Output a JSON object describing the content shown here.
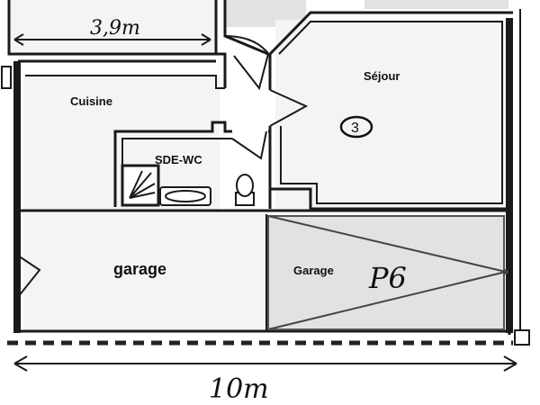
{
  "dimensions": {
    "top_width": "3,9m",
    "bottom_width": "10m"
  },
  "rooms": {
    "cuisine": "Cuisine",
    "sejour": "Séjour",
    "sde_wc": "SDE-WC",
    "garage_left": "garage",
    "garage_right": "Garage"
  },
  "markers": {
    "circled_number": "3",
    "parking_code": "P6"
  }
}
